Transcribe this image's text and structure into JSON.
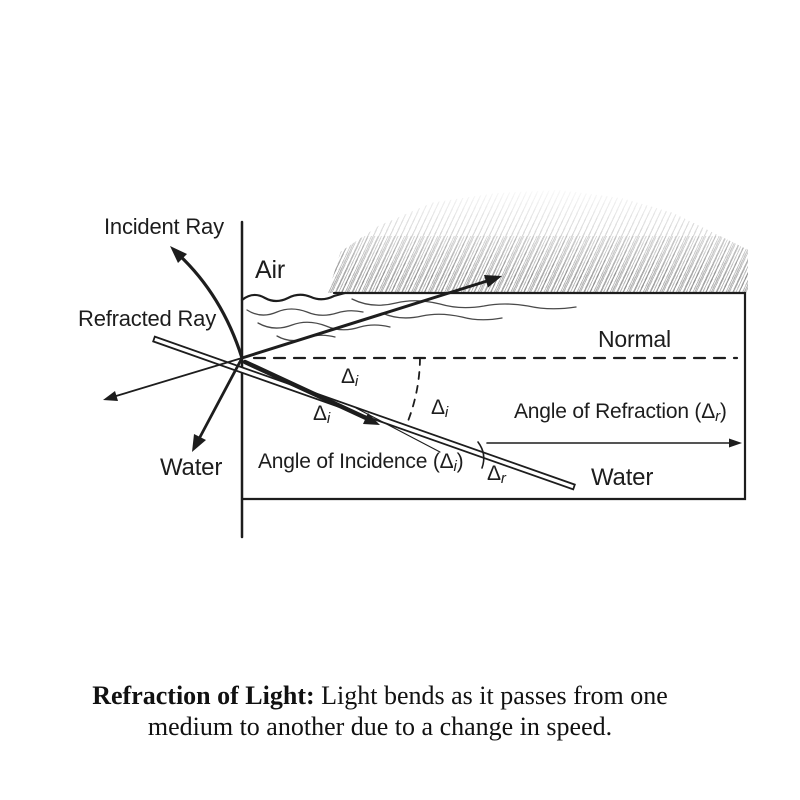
{
  "diagram": {
    "labels": {
      "incident_ray": "Incident Ray",
      "refracted_ray": "Refracted Ray",
      "air": "Air",
      "water_left": "Water",
      "water_right": "Water",
      "normal": "Normal",
      "angle_of_incidence": {
        "prefix": "Angle of Incidence (Δ",
        "sub": "i",
        "suffix": ")"
      },
      "angle_of_refraction": {
        "prefix": "Angle of Refraction (Δ",
        "sub": "r",
        "suffix": ")"
      },
      "delta_i": {
        "symbol": "Δ",
        "sub": "i"
      },
      "delta_r": {
        "symbol": "Δ",
        "sub": "r"
      }
    }
  },
  "caption": {
    "bold": "Refraction of Light:",
    "line1_rest": " Light bends as it passes from one",
    "line2": "medium to another due to a change in speed."
  },
  "colors": {
    "ink": "#1d1d1d",
    "hatch_gray": "#696969",
    "background": "#ffffff"
  }
}
